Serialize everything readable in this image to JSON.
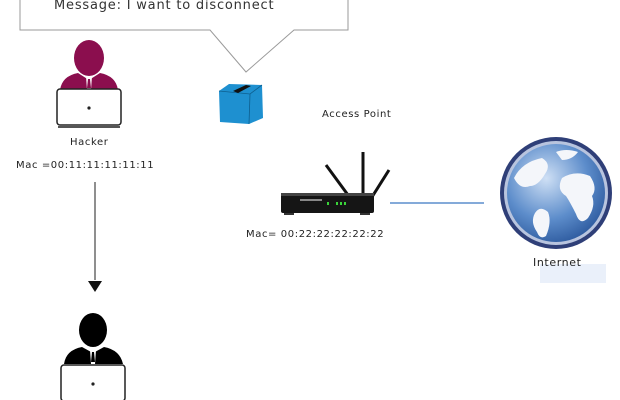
{
  "message": {
    "text": "Message: I want to  disconnect"
  },
  "hacker": {
    "label": "Hacker",
    "mac": "Mac =00:11:11:11:11:11",
    "color": "#8b0e4e"
  },
  "access_point": {
    "label": "Access Point",
    "mac": "Mac= 00:22:22:22:22:22"
  },
  "internet": {
    "label": "Internet"
  },
  "packet": {
    "color": "#1e90d0"
  },
  "victim": {
    "color": "#000000"
  }
}
